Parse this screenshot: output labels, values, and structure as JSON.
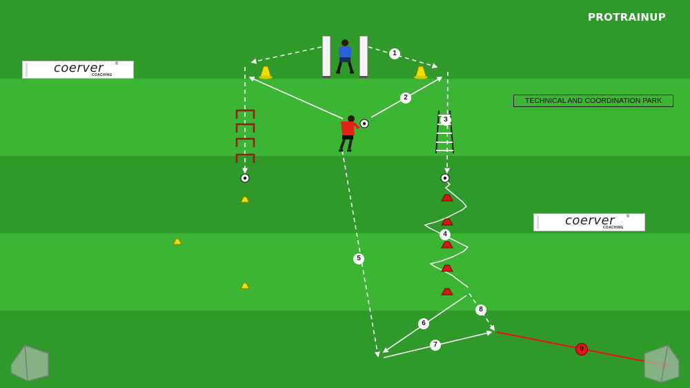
{
  "brand": "PROTRAINUP",
  "park_label": "TECHNICAL AND COORDINATION PARK",
  "sponsor": {
    "word": "coerver",
    "registered": "®",
    "sub": "COACHING"
  },
  "steps": [
    "1",
    "2",
    "3",
    "4",
    "5",
    "6",
    "7",
    "8",
    "9"
  ],
  "colors": {
    "pitch_light": "#3db534",
    "pitch_dark": "#2f9a2a",
    "player_attacker": "#e32119",
    "player_server": "#2a62d8",
    "cone_yellow": "#f0e000",
    "cone_red": "#d21a1a",
    "hurdle": "#8b1f12",
    "shot": "#e0141a"
  },
  "icons": [
    "player-red-icon",
    "player-blue-icon",
    "ball-icon",
    "cone-icon",
    "hurdle-icon",
    "agility-ladder-icon",
    "mannequin-icon",
    "mini-goal-icon"
  ]
}
